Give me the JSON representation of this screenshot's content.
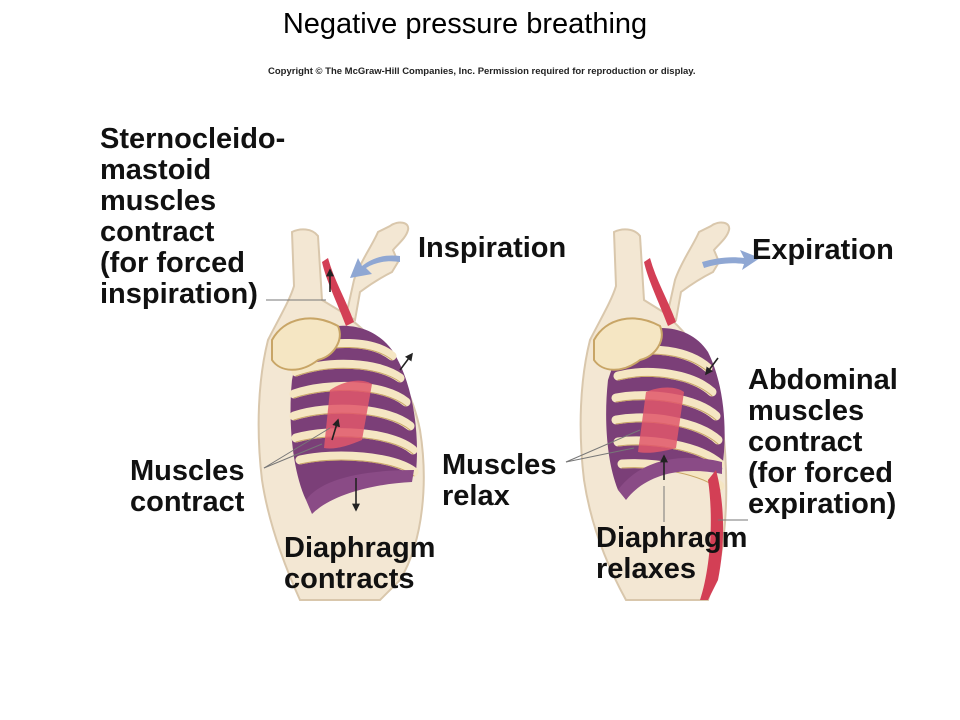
{
  "title": "Negative pressure breathing",
  "copyright": "Copyright © The McGraw-Hill Companies, Inc. Permission required for reproduction or display.",
  "colors": {
    "skin": "#f3e7d3",
    "skin_outline": "#d9c7ac",
    "bone": "#f5e6c3",
    "bone_outline": "#c8a566",
    "lung_cavity": "#7b3f78",
    "muscle": "#e0576b",
    "diaphragm": "#8a4b86",
    "airflow_arrow": "#8fa7d3"
  },
  "inspiration": {
    "heading": "Inspiration",
    "sternocleidomastoid_label": [
      "Sternocleido-",
      "mastoid",
      "muscles",
      "contract",
      "(for forced",
      "inspiration)"
    ],
    "intercostal_label": [
      "Muscles",
      "contract"
    ],
    "diaphragm_label": [
      "Diaphragm",
      "contracts"
    ]
  },
  "expiration": {
    "heading": "Expiration",
    "intercostal_label": [
      "Muscles",
      "relax"
    ],
    "abdominal_label": [
      "Abdominal",
      "muscles",
      "contract",
      "(for forced",
      "expiration)"
    ],
    "diaphragm_label": [
      "Diaphragm",
      "relaxes"
    ]
  }
}
